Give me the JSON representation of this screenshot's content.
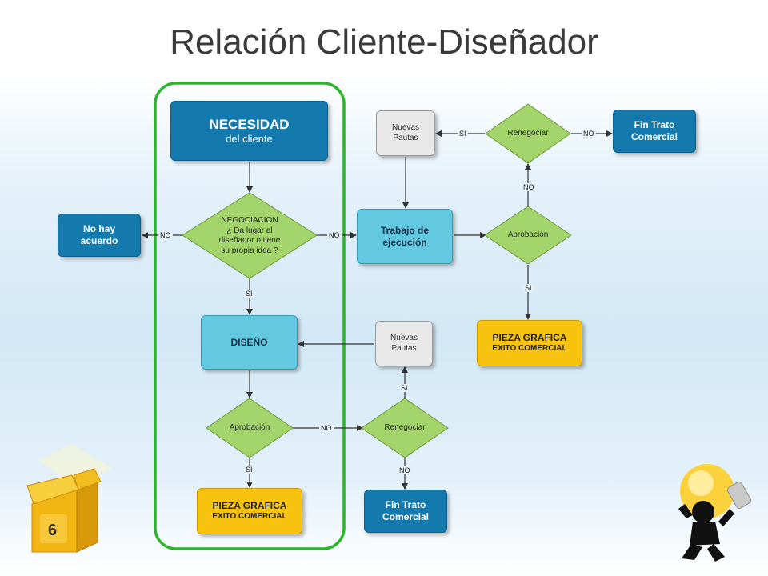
{
  "slide": {
    "title": "Relación Cliente-Diseñador",
    "page_number": "6"
  },
  "nodes": {
    "necesidad": {
      "title": "NECESIDAD",
      "subtitle": "del cliente"
    },
    "no_acuerdo": {
      "line1": "No hay",
      "line2": "acuerdo"
    },
    "negociacion": {
      "line1": "NEGOCIACION",
      "line2": "¿ Da lugar al",
      "line3": "diseñador o tiene",
      "line4": "su propia idea ?"
    },
    "diseno": {
      "label": "DISEÑO"
    },
    "aprobacion_left": {
      "label": "Aprobación"
    },
    "pieza_left": {
      "line1": "PIEZA GRAFICA",
      "line2": "EXITO COMERCIAL"
    },
    "renegociar_bottom": {
      "label": "Renegociar"
    },
    "fin_trato_bottom": {
      "line1": "Fin Trato",
      "line2": "Comercial"
    },
    "nuevas_pautas_mid": {
      "line1": "Nuevas",
      "line2": "Pautas"
    },
    "nuevas_pautas_top": {
      "line1": "Nuevas",
      "line2": "Pautas"
    },
    "renegociar_top": {
      "label": "Renegociar"
    },
    "fin_trato_top": {
      "line1": "Fin Trato",
      "line2": "Comercial"
    },
    "trabajo": {
      "line1": "Trabajo de",
      "line2": "ejecución"
    },
    "aprobacion_right": {
      "label": "Aprobación"
    },
    "pieza_right": {
      "line1": "PIEZA GRAFICA",
      "line2": "EXITO COMERCIAL"
    }
  },
  "edge_labels": {
    "no": "NO",
    "si": "SI"
  },
  "colors": {
    "frame_green": "#2bb52b",
    "diamond_green": "#a3d36b",
    "box_blue": "#1479ad",
    "box_cyan": "#63c9e0",
    "box_yellow": "#f8c30e",
    "box_grey": "#e8e8e8"
  },
  "icons": {
    "left_decoration": "gift-box-icon",
    "right_decoration": "lightbulb-person-icon"
  }
}
